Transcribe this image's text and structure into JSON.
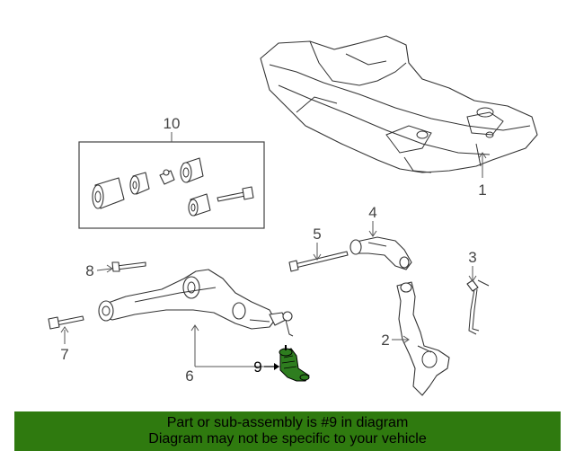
{
  "diagram": {
    "callouts": [
      "1",
      "2",
      "3",
      "4",
      "5",
      "6",
      "7",
      "8",
      "9",
      "10"
    ],
    "highlight_color": "#2e7d1f",
    "highlighted_part": "9"
  },
  "banner": {
    "line1": "Part or sub-assembly is #9 in diagram",
    "line2": "Diagram may not be specific to your vehicle",
    "background": "#2f7a0f"
  }
}
